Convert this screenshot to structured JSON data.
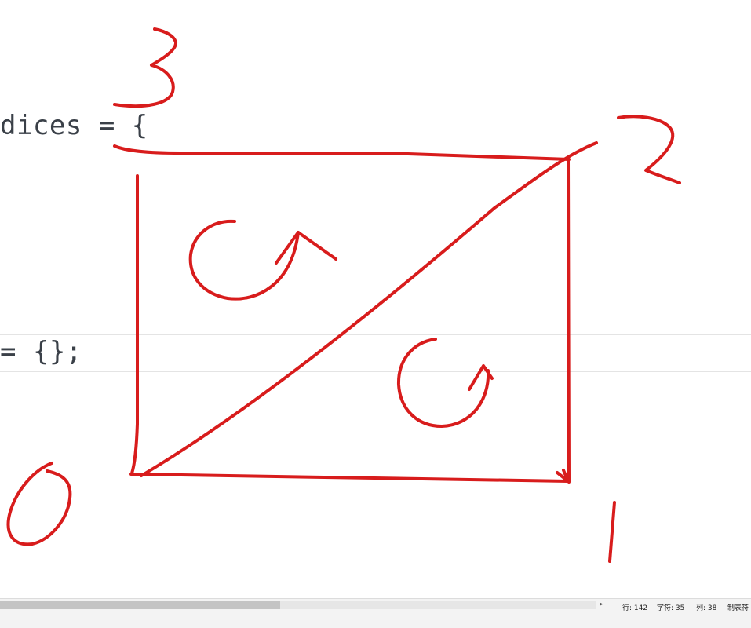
{
  "editor": {
    "code_line_1": "dices = {",
    "code_line_2": "= {};",
    "annotation_labels": [
      "3",
      "2",
      "0",
      "1"
    ]
  },
  "status_bar": {
    "scroll_right_glyph": "▸",
    "row": "行: 142",
    "char": "字符: 35",
    "col": "列: 38",
    "tab": "制表符"
  },
  "colors": {
    "ink": "#d81c1c",
    "code_text": "#3a4048",
    "status_bg": "#f3f3f3"
  }
}
